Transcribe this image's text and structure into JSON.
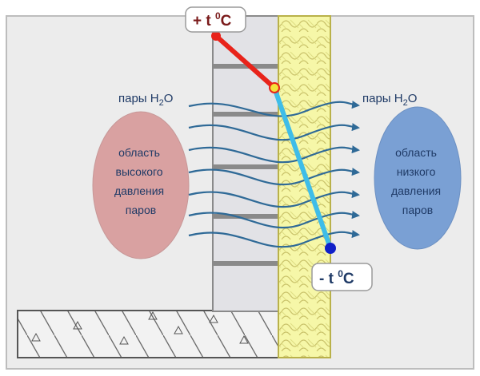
{
  "diagram": {
    "left_vapor_label": "пары H",
    "right_vapor_label": "пары H",
    "vapor_subscript": "2",
    "vapor_suffix": "O",
    "hot_temp": {
      "sign": "+ t ",
      "sup": "0",
      "unit": "C"
    },
    "cold_temp": {
      "sign": "- t ",
      "sup": "0",
      "unit": "C"
    },
    "high_pressure_lines": [
      "область",
      "высокого",
      "давления",
      "паров"
    ],
    "low_pressure_lines": [
      "область",
      "низкого",
      "давления",
      "паров"
    ]
  },
  "colors": {
    "background_panel": "#ececec",
    "brick": "#e2e2e6",
    "mortar": "#8a8a8a",
    "insulation": "#f6f7a8",
    "insulation_pattern": "#c9c26a",
    "arrows": "#2f6a97",
    "hot_line": "#e8231a",
    "cold_line": "#3fbde8",
    "cold_dot": "#1020c8",
    "high_pressure_fill": "#d9a1a1",
    "low_pressure_fill": "#7aa0d4",
    "temp_label_text": "#7a1a1a",
    "label_text": "#1f3a66"
  }
}
